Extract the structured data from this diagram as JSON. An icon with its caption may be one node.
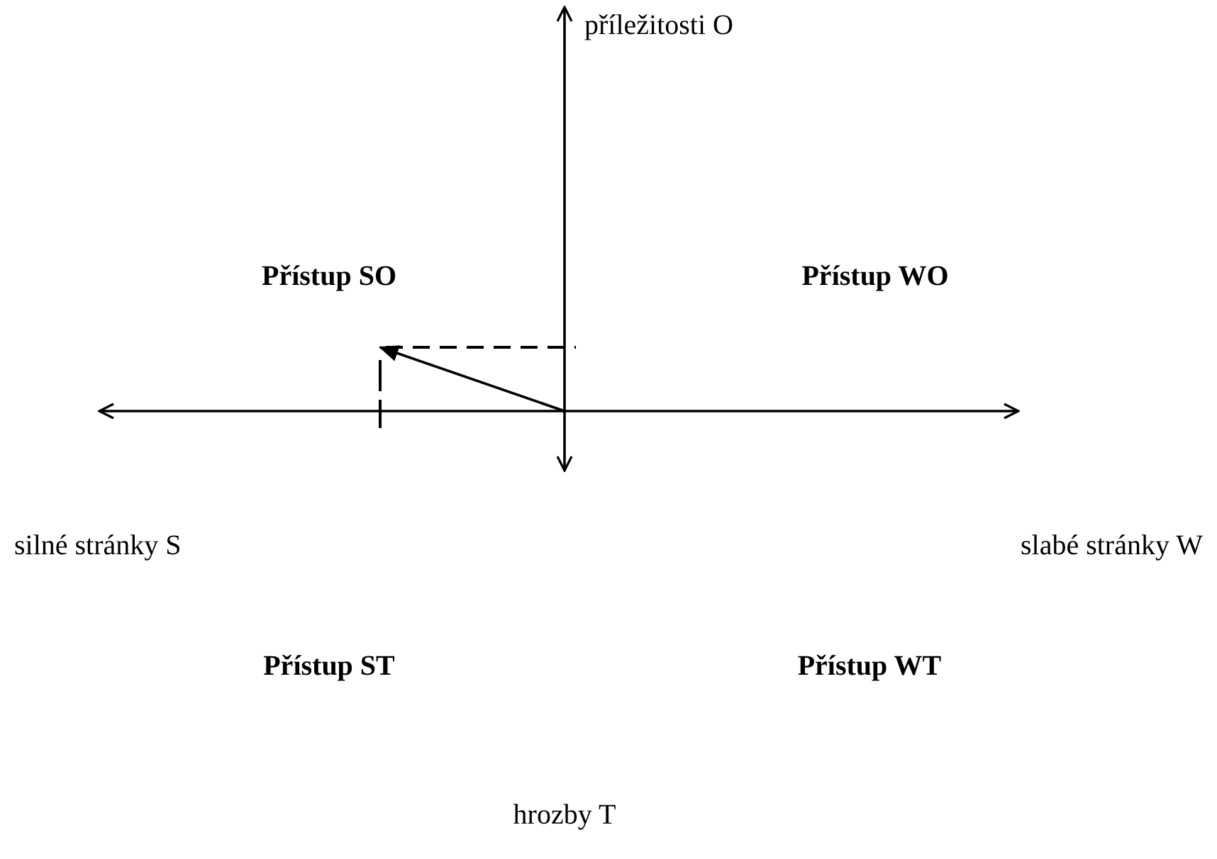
{
  "diagram": {
    "labels": [
      "příležitosti O",
      "Přístup SO",
      "Přístup WO",
      "silné stránky S",
      "slabé stránky W",
      "Přístup ST",
      "Přístup WT",
      "hrozby T"
    ]
  }
}
